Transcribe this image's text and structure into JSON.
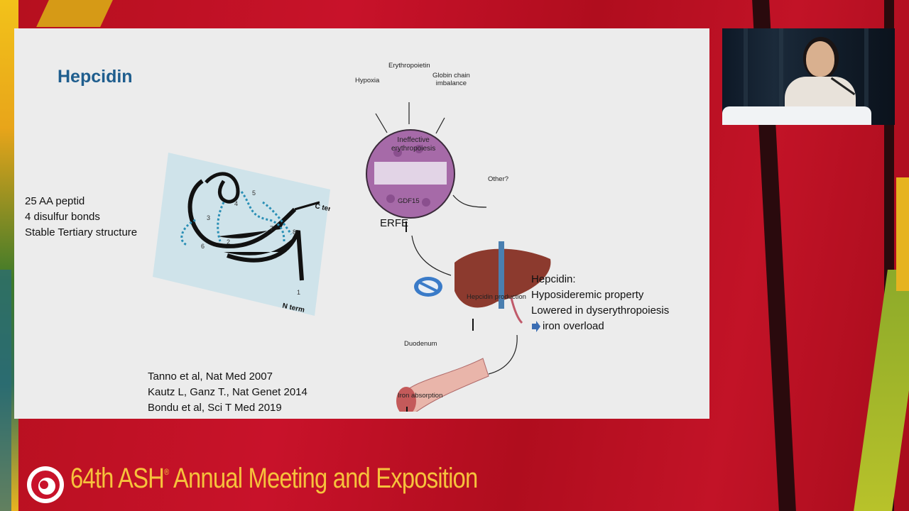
{
  "slide": {
    "title": "Hepcidin",
    "peptide_notes": [
      "25 AA peptid",
      "4 disulfur bonds",
      "Stable Tertiary structure"
    ],
    "references": [
      "Tanno et al, Nat Med 2007",
      "Kautz L, Ganz T., Nat Genet 2014",
      "Bondu et al, Sci T Med 2019"
    ],
    "hepcidin_notes": {
      "heading": "Hepcidin:",
      "line1": "Hyposideremic property",
      "line2": "Lowered in dyserythropoiesis",
      "line3": "iron overload"
    },
    "erfe_label": "ERFE",
    "diagram": {
      "hypoxia": "Hypoxia",
      "erythropoietin": "Erythropoietin",
      "globin_line1": "Globin chain",
      "globin_line2": "imbalance",
      "ineffective_line1": "Ineffective",
      "ineffective_line2": "erythropoiesis",
      "other": "Other?",
      "gdf15": "GDF15",
      "hepcidin_production": "Hepcidin production",
      "duodenum": "Duodenum",
      "iron_absorption": "Iron absorption"
    },
    "protein": {
      "c_term": "C term",
      "n_term": "N term",
      "residues": [
        "1",
        "2",
        "3",
        "4",
        "5",
        "6",
        "7",
        "8"
      ]
    }
  },
  "banner": {
    "part1": "64th ASH",
    "reg": "®",
    "part2": " Annual Meeting and Exposition"
  },
  "colors": {
    "title_blue": "#1f5e8e",
    "banner_gold": "#f6c23c",
    "background_red": "#c8122a"
  }
}
